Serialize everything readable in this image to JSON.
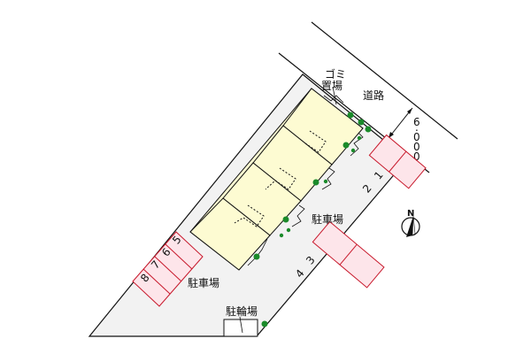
{
  "labels": {
    "garbage": [
      "ゴミ",
      "置場"
    ],
    "road": "道路",
    "road_width": [
      "6",
      ".",
      "0",
      "0",
      "0"
    ],
    "parking_east": "駐車場",
    "parking_west": "駐車場",
    "bicycle": "駐輪場",
    "north": "N"
  },
  "parking_spaces": {
    "group_a": [
      "1",
      "2"
    ],
    "group_b": [
      "3",
      "4"
    ],
    "group_c": [
      "5",
      "6",
      "7",
      "8"
    ]
  },
  "colors": {
    "building_fill": "#fdfbd2",
    "lot_fill": "#f2f2f2",
    "parking_fill": "#fde5ea",
    "parking_stroke": "#c8192c",
    "tree": "#1a8a2a",
    "line": "#111111"
  }
}
